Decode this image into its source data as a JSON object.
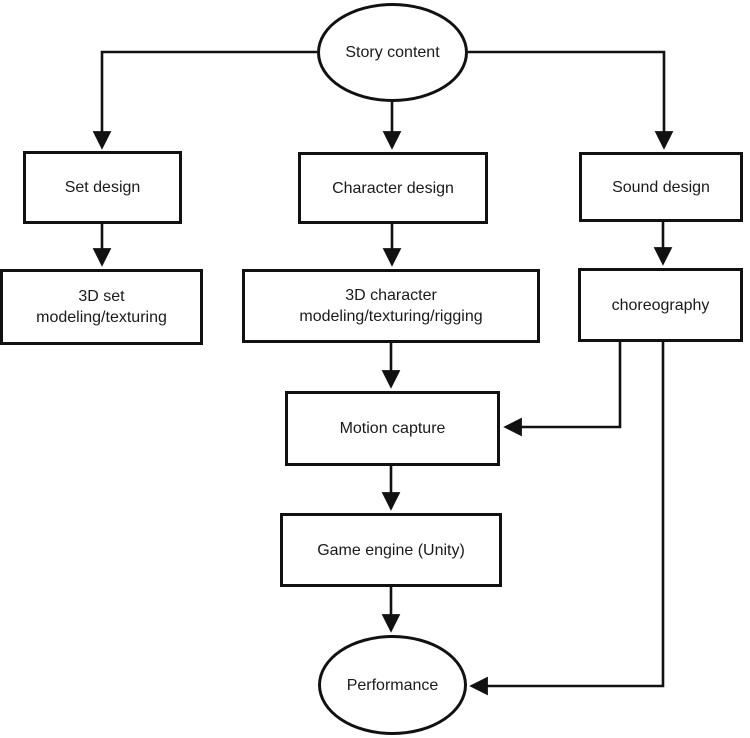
{
  "diagram": {
    "colors": {
      "stroke": "#111111",
      "background": "#ffffff",
      "text": "#1a1a1a"
    },
    "nodes": {
      "story_content": {
        "label": "Story content",
        "shape": "ellipse"
      },
      "set_design": {
        "label": "Set design",
        "shape": "rect"
      },
      "character_design": {
        "label": "Character design",
        "shape": "rect"
      },
      "sound_design": {
        "label": "Sound design",
        "shape": "rect"
      },
      "set_modeling": {
        "label": "3D set\nmodeling/texturing",
        "shape": "rect"
      },
      "character_modeling": {
        "label": "3D character\nmodeling/texturing/rigging",
        "shape": "rect"
      },
      "choreography": {
        "label": "choreography",
        "shape": "rect"
      },
      "motion_capture": {
        "label": "Motion capture",
        "shape": "rect"
      },
      "game_engine": {
        "label": "Game engine (Unity)",
        "shape": "rect"
      },
      "performance": {
        "label": "Performance",
        "shape": "ellipse"
      }
    },
    "edges": [
      {
        "from": "story_content",
        "to": "set_design"
      },
      {
        "from": "story_content",
        "to": "character_design"
      },
      {
        "from": "story_content",
        "to": "sound_design"
      },
      {
        "from": "set_design",
        "to": "set_modeling"
      },
      {
        "from": "character_design",
        "to": "character_modeling"
      },
      {
        "from": "sound_design",
        "to": "choreography"
      },
      {
        "from": "character_modeling",
        "to": "motion_capture"
      },
      {
        "from": "choreography",
        "to": "motion_capture"
      },
      {
        "from": "motion_capture",
        "to": "game_engine"
      },
      {
        "from": "game_engine",
        "to": "performance"
      },
      {
        "from": "choreography",
        "to": "performance"
      }
    ]
  }
}
